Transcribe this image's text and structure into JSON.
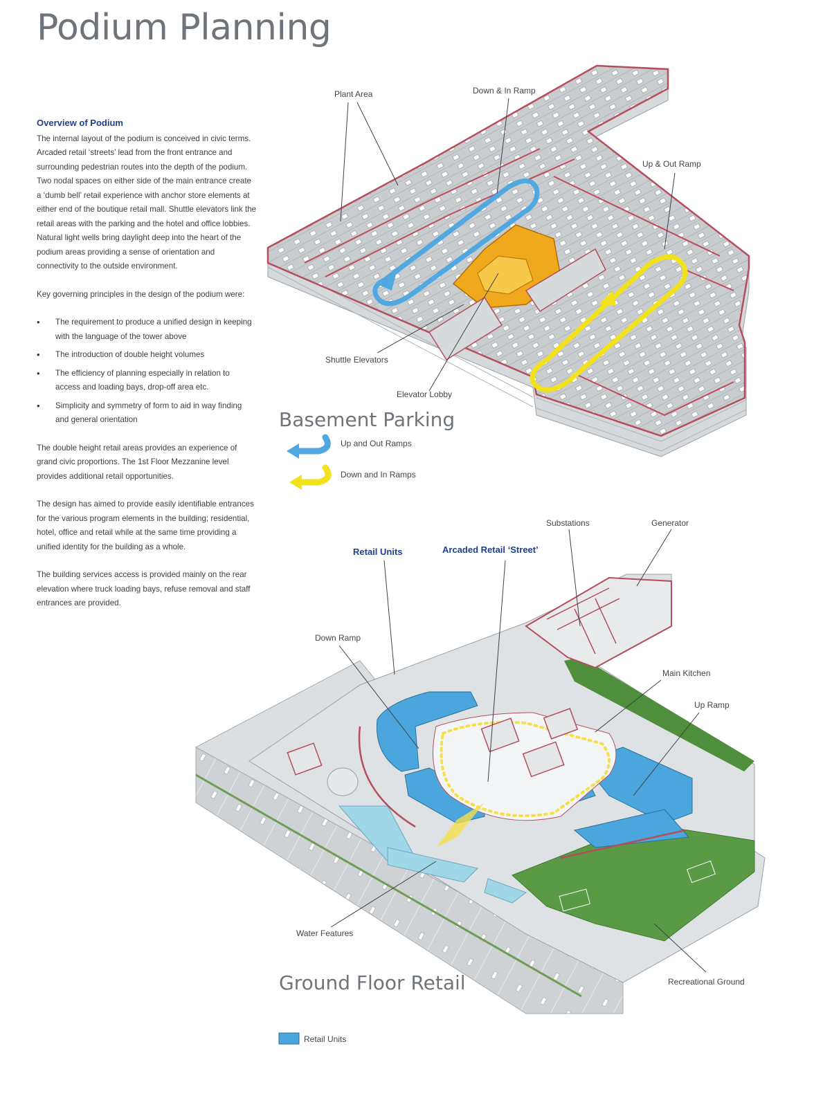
{
  "page": {
    "title": "Podium Planning"
  },
  "overview": {
    "heading": "Overview of Podium",
    "intro": "The internal layout of the podium is conceived in civic terms. Arcaded retail ‘streets’ lead from the front entrance and surrounding pedestrian routes into the depth of the podium. Two nodal spaces on either side of the main entrance create a ‘dumb bell’ retail experience with anchor store elements at either end of the boutique retail mall. Shuttle elevators link the retail areas with the parking and the hotel and office lobbies. Natural light wells bring daylight deep into the heart of the podium areas providing a sense of orientation and connectivity to the outside environment.",
    "principles_intro": "Key governing principles in the design of the podium were:",
    "principles": [
      "The requirement to produce a unified design in keeping with the language of the tower above",
      "The introduction of double height volumes",
      "The efficiency of planning especially in relation to access and loading bays, drop-off area etc.",
      "Simplicity and symmetry of form to aid in way finding and general orientation"
    ],
    "para_double_height": "The double height retail areas provides an experience of grand civic proportions. The 1st Floor Mezzanine level provides additional retail opportunities.",
    "para_entrances": "The design has aimed to provide easily identifiable entrances for the various program elements in the building; residential, hotel, office and retail while at the same time providing a unified identity for the building as a whole.",
    "para_services": "The building services access is provided mainly on the rear elevation where truck loading bays, refuse removal and staff entrances are provided."
  },
  "basement": {
    "section_title": "Basement Parking",
    "labels": {
      "plant_area": "Plant Area",
      "down_in_ramp": "Down & In Ramp",
      "up_out_ramp": "Up & Out Ramp",
      "shuttle_elevators": "Shuttle Elevators",
      "elevator_lobby": "Elevator Lobby"
    },
    "legend": {
      "up_out": "Up and Out Ramps",
      "down_in": "Down and In Ramps"
    },
    "colors": {
      "up_out": "#4fa8e0",
      "down_in": "#f2e21b",
      "lobby": "#f0a81c",
      "walls": "#c24a5a"
    }
  },
  "ground": {
    "section_title": "Ground Floor Retail",
    "labels": {
      "retail_units": "Retail Units",
      "arcaded_street": "Arcaded Retail ‘Street’",
      "substations": "Substations",
      "generator": "Generator",
      "down_ramp": "Down Ramp",
      "main_kitchen": "Main Kitchen",
      "up_ramp": "Up Ramp",
      "water_features": "Water Features",
      "recreational_ground": "Recreational Ground"
    },
    "legend": {
      "retail_units": "Retail Units"
    },
    "colors": {
      "retail": "#4aa6dc",
      "green": "#4f8e3a",
      "water": "#9fd6e8",
      "street": "#f5e04a"
    }
  }
}
